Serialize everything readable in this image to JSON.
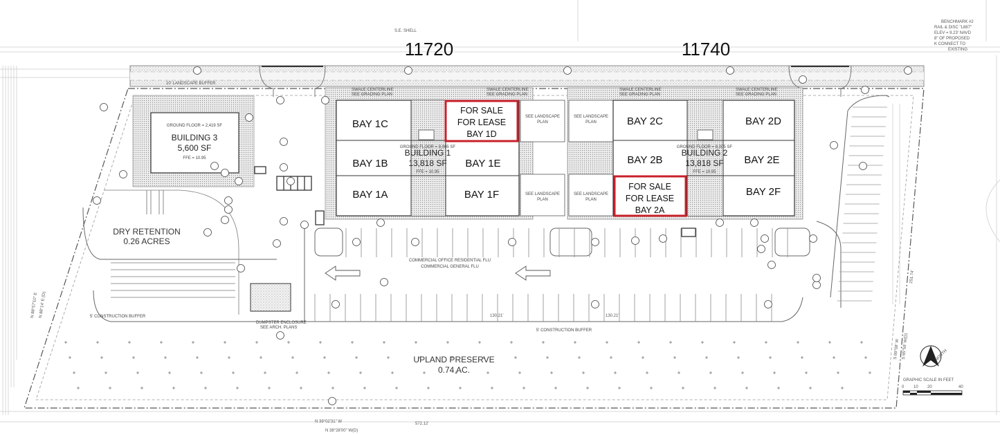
{
  "titles": {
    "left": "11720",
    "right": "11740"
  },
  "bays": {
    "b1c": "BAY 1C",
    "b1b": "BAY 1B",
    "b1a": "BAY 1A",
    "b1e": "BAY 1E",
    "b1f": "BAY 1F",
    "b2c": "BAY 2C",
    "b2b": "BAY 2B",
    "b2d": "BAY 2D",
    "b2e": "BAY 2E",
    "b2f": "BAY 2F"
  },
  "highlights": {
    "bay1d": {
      "line1": "FOR SALE",
      "line2": "FOR LEASE",
      "line3": "BAY 1D"
    },
    "bay2a": {
      "line1": "FOR SALE",
      "line2": "FOR LEASE",
      "line3": "BAY 2A"
    },
    "color": "#c8202a"
  },
  "building1": {
    "name": "BUILDING 1",
    "sf": "13,818 SF",
    "ground": "GROUND FLOOR = 8,005 SF",
    "ffe": "FFE = 10.95"
  },
  "building2": {
    "name": "BUILDING 2",
    "sf": "13,818 SF",
    "ground": "GROUND FLOOR = 8,005 SF",
    "ffe": "FFE = 10.95"
  },
  "building3": {
    "name": "BUILDING 3",
    "sf": "5,600 SF",
    "ground": "GROUND FLOOR = 2,419 SF",
    "ffe": "FFE = 10.95"
  },
  "areas": {
    "dry_retention": "DRY RETENTION",
    "dry_retention_size": "0.26 ACRES",
    "upland": "UPLAND PRESERVE",
    "upland_size": "0.74 AC."
  },
  "notes": {
    "commercial_office": "COMMERCIAL OFFICE RESIDENTIAL FLU",
    "commercial_general": "COMMERCIAL GENERAL FLU",
    "landscape_buffer": "10' LANDSCAPE BUFFER",
    "swale": "SWALE CENTERLINE",
    "grading": "SEE GRADING PLAN",
    "see_landscape": "SEE LANDSCAPE",
    "plan": "PLAN",
    "construction_buffer": "5' CONSTRUCTION BUFFER",
    "dumpster": "DUMPSTER ENCLOSURE",
    "arch_plans": "SEE ARCH. PLANS",
    "construction_buffer_side": "5' CONSTRUCTION BUFFER",
    "top_label": "S.E.          SHELL",
    "benchmark": "BENCHMARK #2",
    "benchmark_l2": "RAIL & DISC \"L887\"",
    "benchmark_l3": "ELEV = 9.23' NAVD",
    "benchmark_l4": "8\" OF PROPOSED",
    "benchmark_l5": "K CONNECT TO",
    "benchmark_l6": "EXISTING"
  },
  "dimensions": {
    "d1": "572.12'",
    "d2": "130.21'",
    "d3": "130.21'",
    "d4": "N 39°02'31\" W",
    "d5": "N 38°28'00\" W(D)",
    "d6": "N 88°57'10\" E",
    "d7": "N 88°14' E (D)",
    "d8": "S 89°08' W",
    "d9": "S 65°59' W(D)",
    "d10": "251.74'"
  },
  "scale": {
    "title": "GRAPHIC SCALE IN FEET",
    "ticks": [
      "0",
      "10",
      "20",
      "40"
    ],
    "north": "NORTH"
  }
}
